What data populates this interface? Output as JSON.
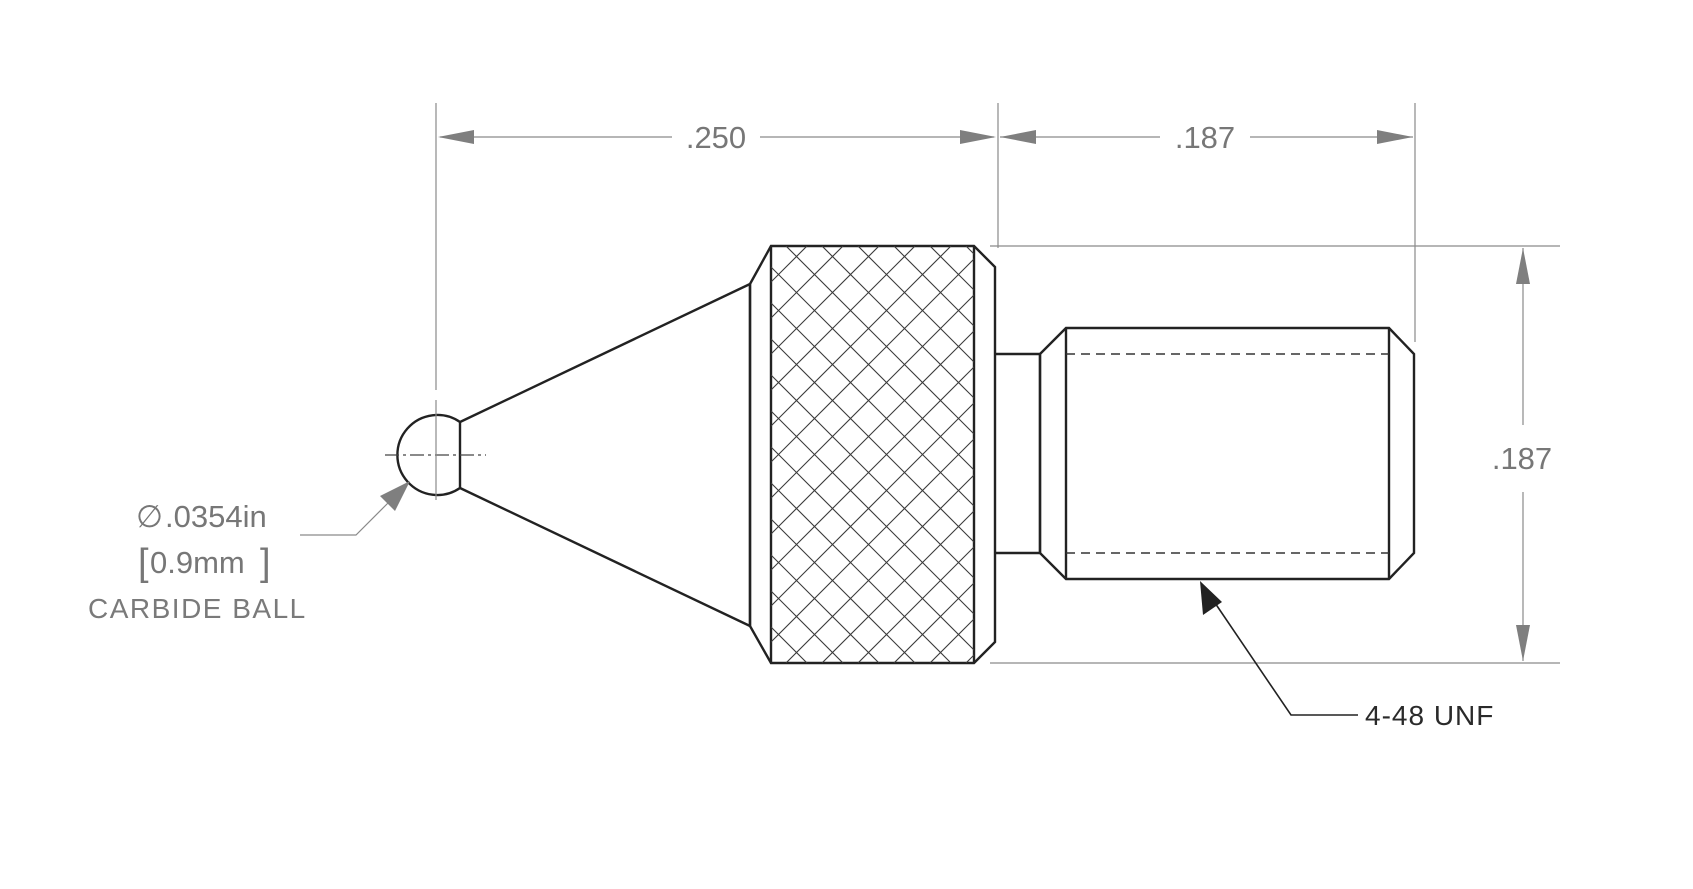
{
  "drawing": {
    "dimensions": {
      "tip_to_shoulder": ".250",
      "thread_length": ".187",
      "body_diameter": ".187"
    },
    "ball_callout": {
      "diameter_symbol": "∅",
      "diameter_inch": ".0354in",
      "diameter_mm": "0.9mm",
      "bracket_open": "[",
      "bracket_close": "]",
      "material": "CARBIDE BALL"
    },
    "thread_callout": "4-48 UNF"
  }
}
